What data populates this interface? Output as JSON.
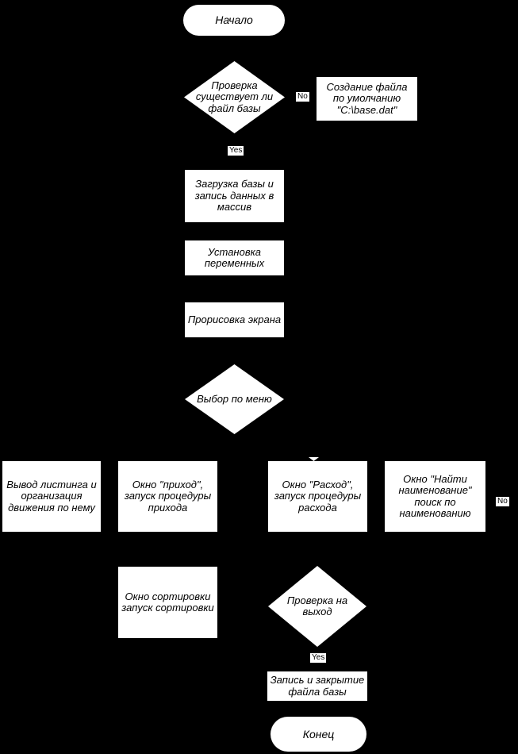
{
  "colors": {
    "background": "#000000",
    "shape_fill": "#ffffff",
    "text": "#000000"
  },
  "nodes": {
    "start": {
      "type": "terminator",
      "label": "Начало"
    },
    "check_file": {
      "type": "decision",
      "label": "Проверка\nсуществует ли\nфайл базы"
    },
    "create_file": {
      "type": "process",
      "label": "Создание файла\nпо умолчанию\n\"C:\\base.dat\""
    },
    "load_base": {
      "type": "process",
      "label": "Загрузка базы и\nзапись данных в\nмассив"
    },
    "set_vars": {
      "type": "process",
      "label": "Установка\nпеременных"
    },
    "draw_screen": {
      "type": "process",
      "label": "Прорисовка экрана"
    },
    "menu_select": {
      "type": "decision",
      "label": "Выбор по меню"
    },
    "listing": {
      "type": "process",
      "label": "Вывод листинга и\nорганизация\nдвижения по нему"
    },
    "income_window": {
      "type": "process",
      "label": "Окно \"приход\",\nзапуск процедуры\nприхода"
    },
    "expense_window": {
      "type": "process",
      "label": "Окно \"Расход\",\nзапуск процедуры\nрасхода"
    },
    "find_window": {
      "type": "process",
      "label": "Окно \"Найти\nнаименование\"\nпоиск по\nнаименованию"
    },
    "sort_window": {
      "type": "process",
      "label": "Окно сортировки\nзапуск сортировки"
    },
    "exit_check": {
      "type": "decision",
      "label": "Проверка на\nвыход"
    },
    "save_close": {
      "type": "process",
      "label": "Запись и закрытие\nфайла базы"
    },
    "end": {
      "type": "terminator",
      "label": "Конец"
    }
  },
  "edge_labels": {
    "check_file_no": "No",
    "check_file_yes": "Yes",
    "find_no": "No",
    "exit_yes": "Yes"
  }
}
